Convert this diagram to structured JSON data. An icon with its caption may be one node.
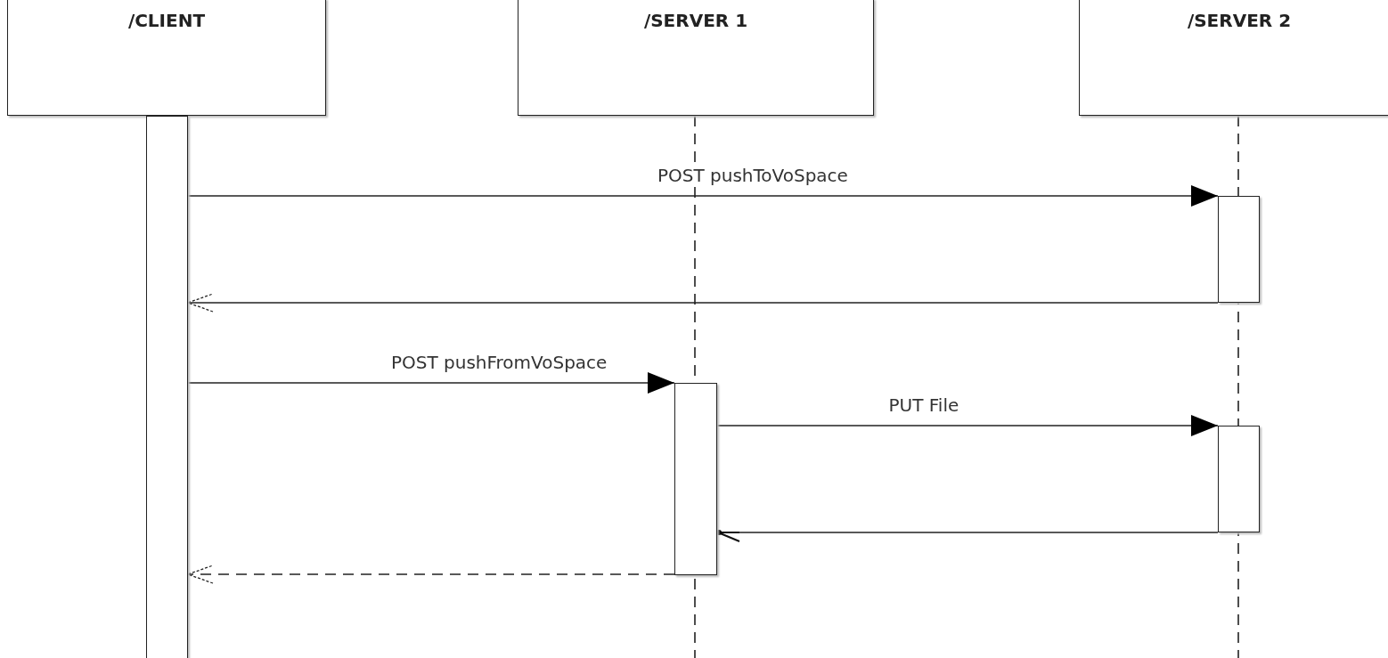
{
  "diagram": {
    "nodes": [
      {
        "text": [
          "/CLIENT"
        ]
      },
      {
        "text": [
          "/SERVER 1"
        ]
      },
      {
        "text": [
          "/SERVER 2"
        ]
      },
      {
        "text": [],
        "shape": "bar"
      },
      {
        "text": [],
        "shape": "bar"
      },
      {
        "text": [],
        "shape": "bar"
      },
      {
        "text": [],
        "shape": "bar"
      }
    ],
    "edges": [
      {
        "from": 3,
        "to": 4,
        "arrow": "to",
        "label": "POST pushToVoSpace"
      },
      {
        "from": 4,
        "to": 3,
        "arrow": "to"
      },
      {
        "from": 3,
        "to": 5,
        "arrow": "to",
        "label": "POST pushFromVoSpace"
      },
      {
        "from": 5,
        "to": 6,
        "arrow": "to",
        "label": "PUT File"
      },
      {
        "from": 6,
        "to": 5,
        "arrow": "to"
      },
      {
        "from": 5,
        "to": 3,
        "arrow": "to",
        "style": "dashed"
      }
    ]
  }
}
